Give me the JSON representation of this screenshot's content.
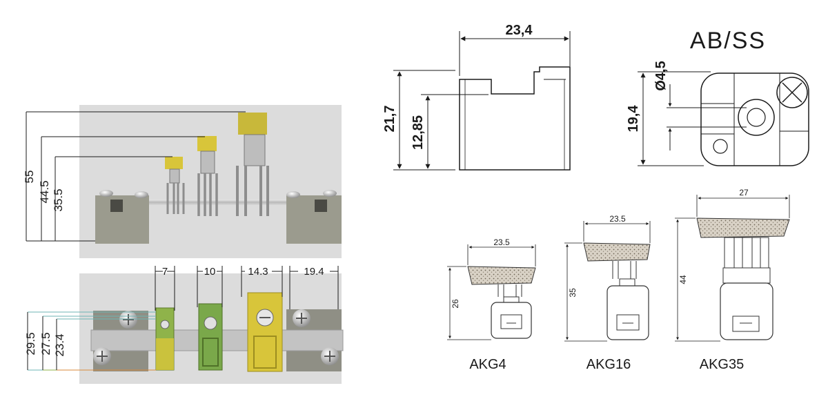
{
  "photo_top": {
    "dims": [
      "55",
      "44.5",
      "35.5"
    ]
  },
  "photo_bottom": {
    "widths": [
      "7",
      "10",
      "14.3",
      "19.4"
    ],
    "heights": [
      "29.5",
      "27.5",
      "23.4"
    ]
  },
  "ab_ss": {
    "title": "AB/SS",
    "width": "23,4",
    "height_total": "21,7",
    "height_inner": "12,85",
    "hole_dia": "Ø4,5",
    "height_side": "19,4"
  },
  "akg": [
    {
      "name": "AKG4",
      "width": "23.5",
      "height": "26"
    },
    {
      "name": "AKG16",
      "width": "23.5",
      "height": "35"
    },
    {
      "name": "AKG35",
      "width": "27",
      "height": "44"
    }
  ],
  "colors": {
    "photo_bg": "#dcdcdc",
    "terminal_grey": "#9b9b8e",
    "marker_yellow": "#d8c53a",
    "marker_green": "#7aa84a",
    "metal": "#c8c8c8"
  }
}
